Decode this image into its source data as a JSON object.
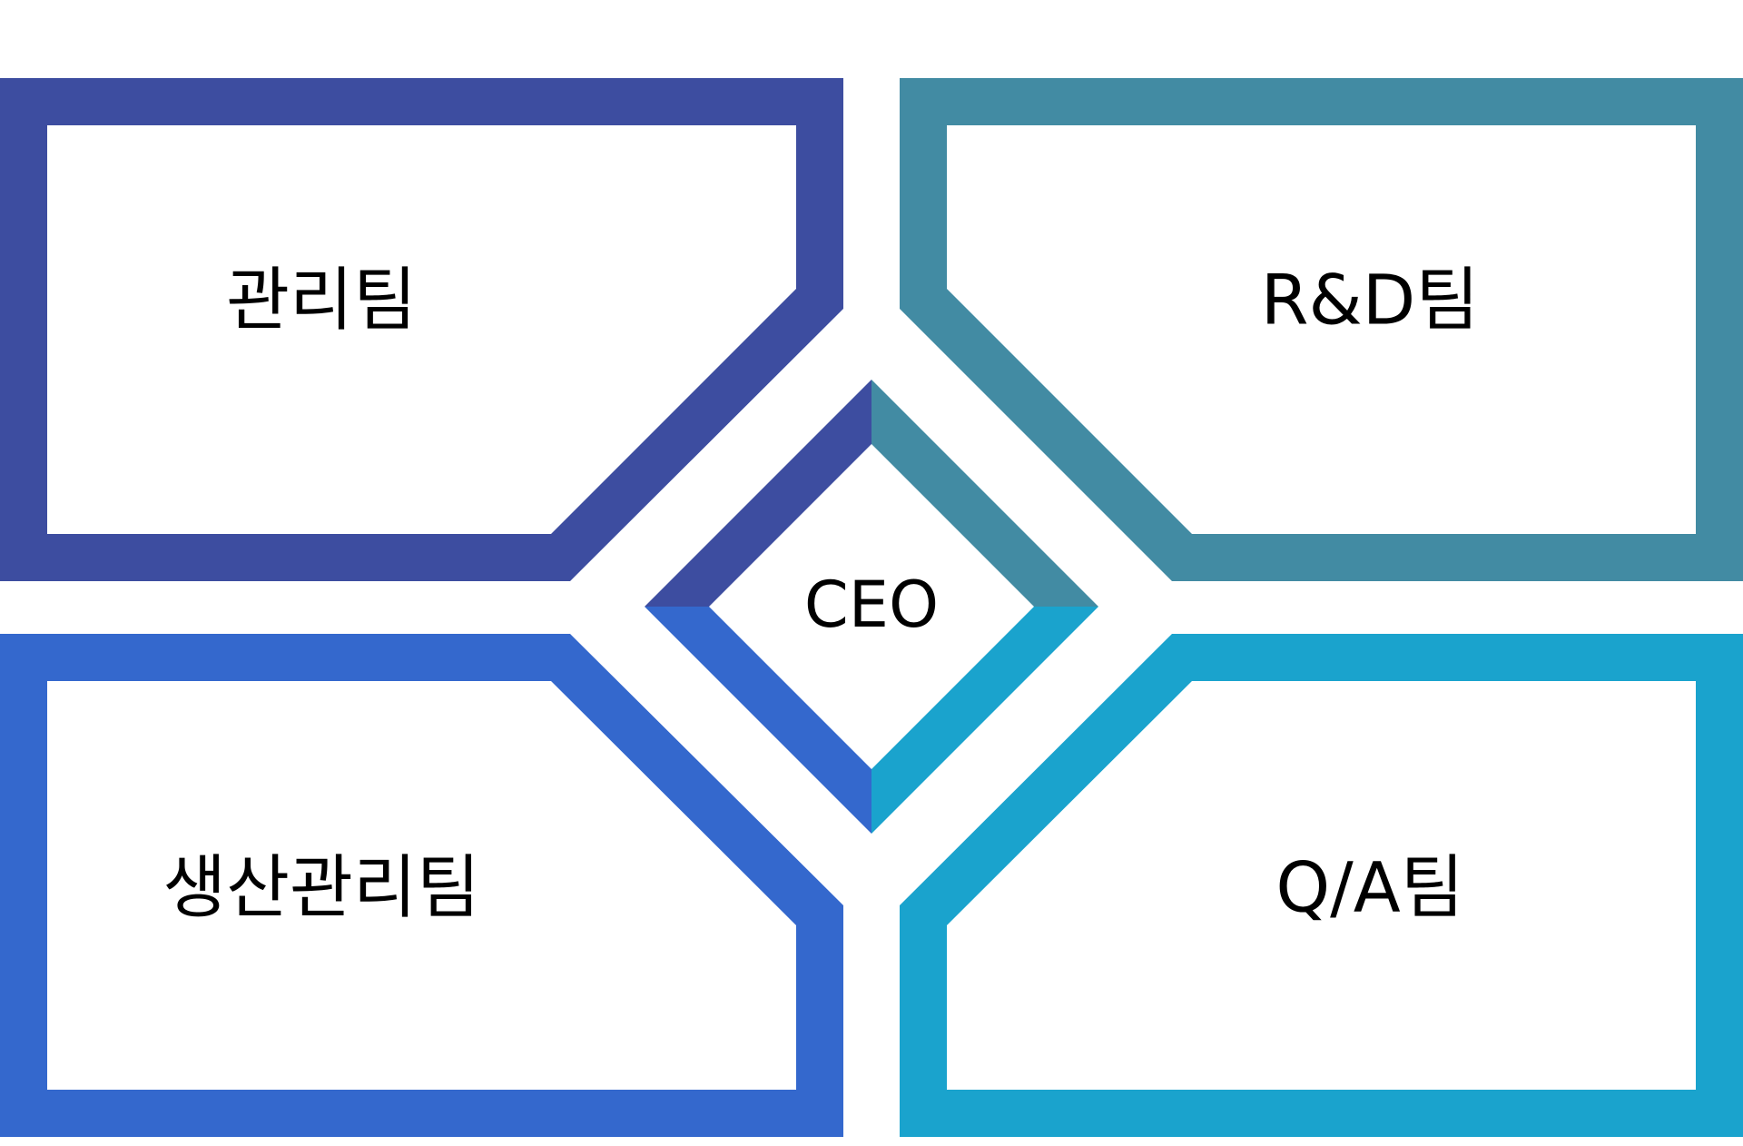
{
  "diagram": {
    "center": {
      "label": "CEO"
    },
    "teams": [
      {
        "id": "top-left",
        "label": "관리팀",
        "color": "#3d4da0"
      },
      {
        "id": "top-right",
        "label": "R&D팀",
        "color": "#428ba3"
      },
      {
        "id": "bottom-left",
        "label": "생산관리팀",
        "color": "#3468cd"
      },
      {
        "id": "bottom-right",
        "label": "Q/A팀",
        "color": "#1aa3cd"
      }
    ]
  }
}
